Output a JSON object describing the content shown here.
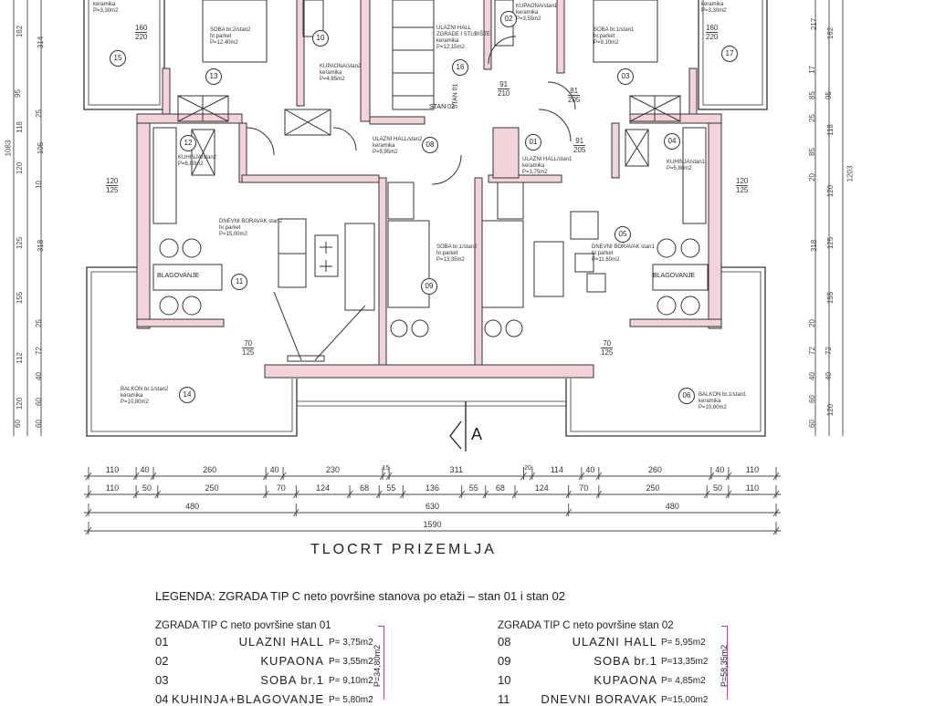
{
  "plan": {
    "title": "TLOCRT PRIZEMLJA",
    "section_marker": "A",
    "stair_labels": [
      "STAN 01",
      "STAN 02"
    ],
    "rooms": [
      {
        "no": "15",
        "text": "keramika\nP=3,30m2"
      },
      {
        "no": "13",
        "text": "SOBA br.2/stan2\nhr.parket\nP=12,40m2"
      },
      {
        "no": "10",
        "text": "KUPAONA/stan2\nkeramika\nP=4,85m2"
      },
      {
        "no": "16",
        "text": "ULAZNI HALL\nZGRADE i STUBIŠTE\nkeramika\nP=12,15m2"
      },
      {
        "no": "02",
        "text": "KUPAONA/stan1\nkeramika\nP=3,55m2"
      },
      {
        "no": "03",
        "text": "SOBA br.1/stan1\nhr.parket\nP=9,10m2"
      },
      {
        "no": "17",
        "text": "keramika\nP=3,30m2"
      },
      {
        "no": "12",
        "text": "KUHINJA/stan2\nP=6,80m2"
      },
      {
        "no": "08",
        "text": "ULAZNI HALL/stan2\nkeramika\nP=5,95m2"
      },
      {
        "no": "01",
        "text": "ULAZNI HALL/stan1\nkeramika\nP=3,75m2"
      },
      {
        "no": "04",
        "text": "KUHINJA/stan1\nP=5,80m2"
      },
      {
        "no": "11",
        "text": "DNEVNI BORAVAK stan2\nhr.parket\nP=15,00m2"
      },
      {
        "no": "09",
        "text": "SOBA br.1/stan2\nhr.parket\nP=13,35m2"
      },
      {
        "no": "05",
        "text": "DNEVNI BORAVAK stan1\nhr.parket\nP=11,60m2"
      },
      {
        "no": "14",
        "text": "BALKON br.1/stan2\nkeramika\nP=10,80m2"
      },
      {
        "no": "06",
        "text": "BALKON br.1/stan1\nkeramika\nP=10,80m2"
      }
    ],
    "dining_label": "BLAGOVANJE",
    "openings": {
      "window_top": [
        "160",
        "220"
      ],
      "window_side": [
        "120",
        "125"
      ],
      "window_bottom": [
        "70",
        "125"
      ],
      "door_a": [
        "91",
        "210"
      ],
      "door_b": [
        "81",
        "205"
      ],
      "door_c": [
        "91",
        "205"
      ]
    }
  },
  "dimensions": {
    "row1": [
      110,
      40,
      260,
      40,
      230,
      15,
      311,
      20,
      114,
      40,
      260,
      40,
      110
    ],
    "row2": [
      110,
      50,
      250,
      70,
      124,
      68,
      55,
      136,
      55,
      68,
      124,
      70,
      250,
      50,
      110
    ],
    "row3": [
      480,
      630,
      480
    ],
    "row4": [
      1590
    ],
    "left_outer": [
      "162",
      "95",
      "118",
      "120",
      "125",
      "155",
      "112",
      "120",
      "60"
    ],
    "left_inner": [
      "314",
      "25",
      "105",
      "10",
      "318",
      "25",
      "72",
      "40",
      "60",
      "60"
    ],
    "left_total": "1083",
    "right_inner": [
      "217",
      "17",
      "85",
      "25",
      "85",
      "20",
      "318",
      "20",
      "72",
      "40",
      "60",
      "60"
    ],
    "right_outer": [
      "162",
      "95",
      "118",
      "120",
      "125",
      "155",
      "72",
      "40",
      "120"
    ],
    "right_total": "1203"
  },
  "legend": {
    "heading": "LEGENDA: ZGRADA TIP C neto površine stanova po etaži – stan 01 i stan 02",
    "stan01": {
      "title": "ZGRADA TIP C neto površine stan 01",
      "total": "P=34,80m2",
      "rows": [
        {
          "code": "01",
          "name": "ULAZNI HALL",
          "area": "P= 3,75m2"
        },
        {
          "code": "02",
          "name": "KUPAONA",
          "area": "P= 3,55m2"
        },
        {
          "code": "03",
          "name": "SOBA br.1",
          "area": "P= 9,10m2"
        },
        {
          "code": "04",
          "name": "KUHINJA+BLAGOVANJE",
          "area": "P= 5,80m2"
        }
      ]
    },
    "stan02": {
      "title": "ZGRADA TIP C neto površine stan 02",
      "total": "P=58,35m2",
      "rows": [
        {
          "code": "08",
          "name": "ULAZNI HALL",
          "area": "P= 5,95m2"
        },
        {
          "code": "09",
          "name": "SOBA br.1",
          "area": "P=13,35m2"
        },
        {
          "code": "10",
          "name": "KUPAONA",
          "area": "P= 4,85m2"
        },
        {
          "code": "11",
          "name": "DNEVNI BORAVAK",
          "area": "P=15,00m2"
        }
      ]
    }
  }
}
